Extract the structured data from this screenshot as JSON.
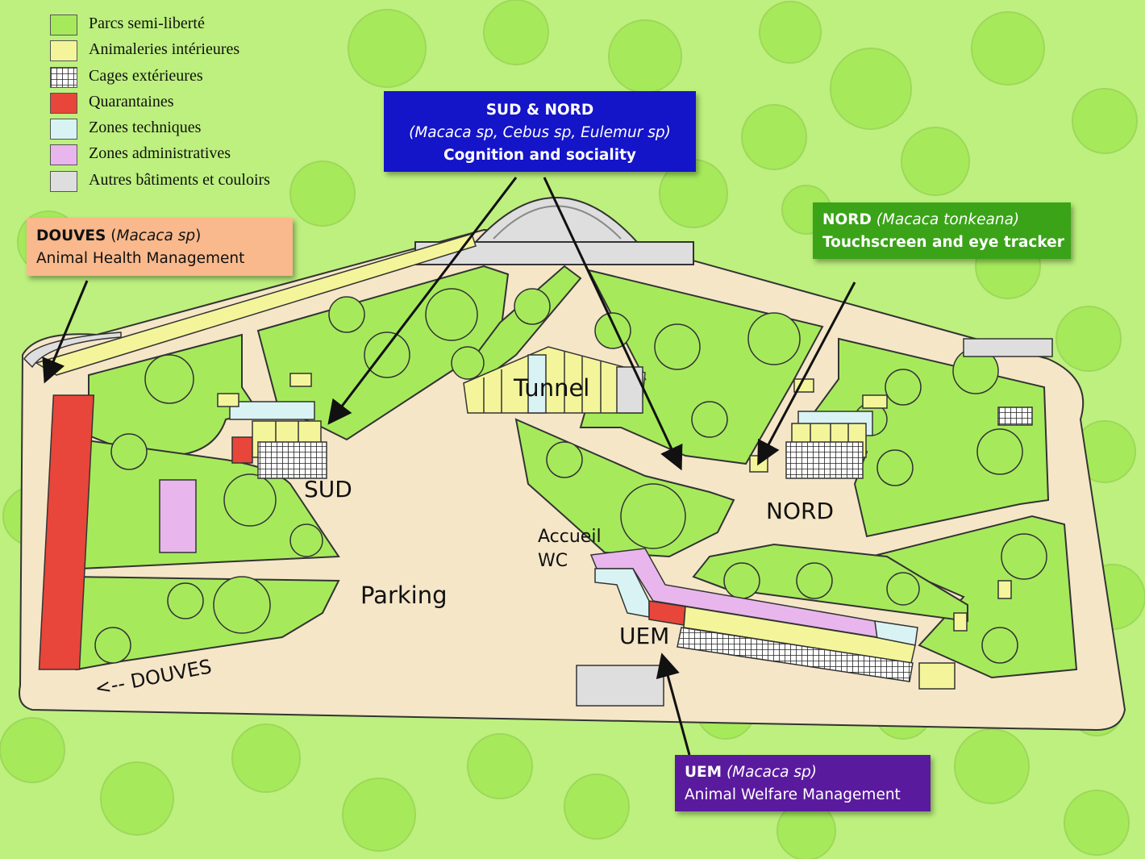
{
  "legend": {
    "items": [
      {
        "label": "Parcs semi-liberté",
        "color": "#a6ea5c",
        "pattern": "solid"
      },
      {
        "label": "Animaleries intérieures",
        "color": "#f4f59a",
        "pattern": "solid"
      },
      {
        "label": "Cages extérieures",
        "color": "#ffffff",
        "pattern": "grid"
      },
      {
        "label": "Quarantaines",
        "color": "#e8463a",
        "pattern": "solid"
      },
      {
        "label": "Zones techniques",
        "color": "#d9f3f4",
        "pattern": "solid"
      },
      {
        "label": "Zones administratives",
        "color": "#e8b6ec",
        "pattern": "solid"
      },
      {
        "label": "Autres bâtiments et couloirs",
        "color": "#dedede",
        "pattern": "solid"
      }
    ]
  },
  "callouts": {
    "sud_nord": {
      "title": "SUD & NORD",
      "species": "(Macaca sp, Cebus sp, Eulemur sp)",
      "subtitle": "Cognition and sociality",
      "color": "#1414c8"
    },
    "douves": {
      "title": "DOUVES",
      "species": "Macaca sp",
      "subtitle": "Animal Health Management",
      "color": "#f9b98c"
    },
    "nord": {
      "title": "NORD",
      "species": "(Macaca tonkeana)",
      "subtitle": "Touchscreen and eye tracker",
      "color": "#3aa318"
    },
    "uem": {
      "title": "UEM",
      "species": "(Macaca sp)",
      "subtitle": "Animal Welfare Management",
      "color": "#5a1a9e"
    }
  },
  "places": {
    "tunnel": "Tunnel",
    "sud": "SUD",
    "nord": "NORD",
    "parking": "Parking",
    "accueil": "Accueil",
    "wc": "WC",
    "uem": "UEM",
    "douves": "<-- DOUVES"
  },
  "colors": {
    "background": "#bdf07e",
    "tree": "#a6ea5c",
    "path": "#f5e6c8",
    "outline": "#333333"
  }
}
